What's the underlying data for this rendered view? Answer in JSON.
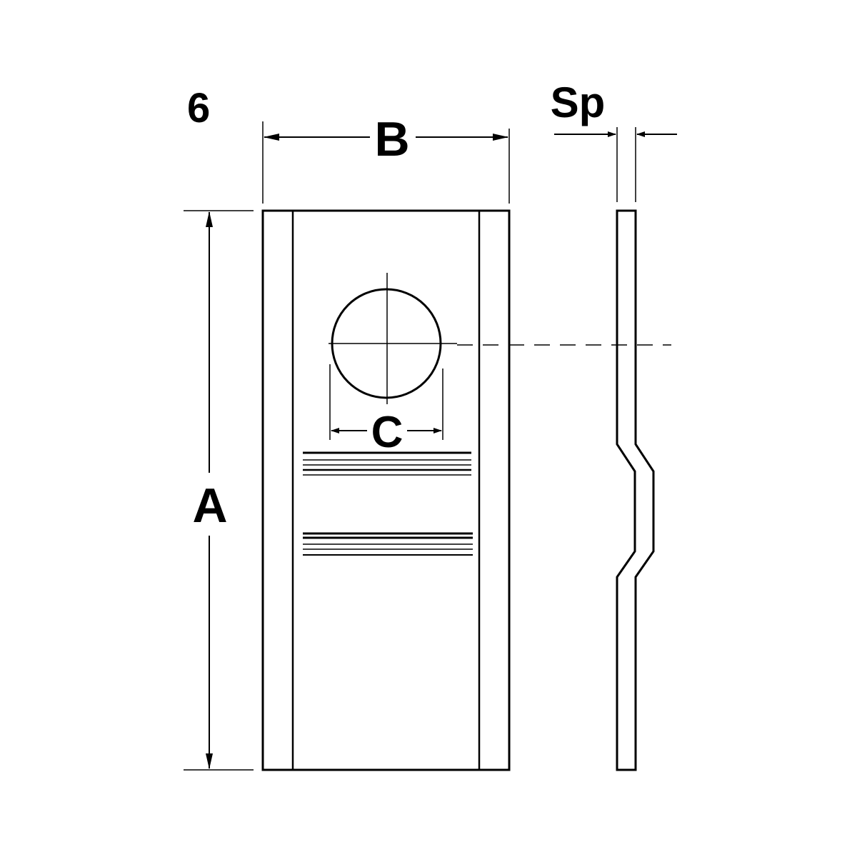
{
  "figure": {
    "number_label": "6",
    "labels": {
      "A": "A",
      "B": "B",
      "C": "C",
      "Sp": "Sp"
    },
    "colors": {
      "ink": "#000000",
      "background": "#ffffff"
    }
  }
}
